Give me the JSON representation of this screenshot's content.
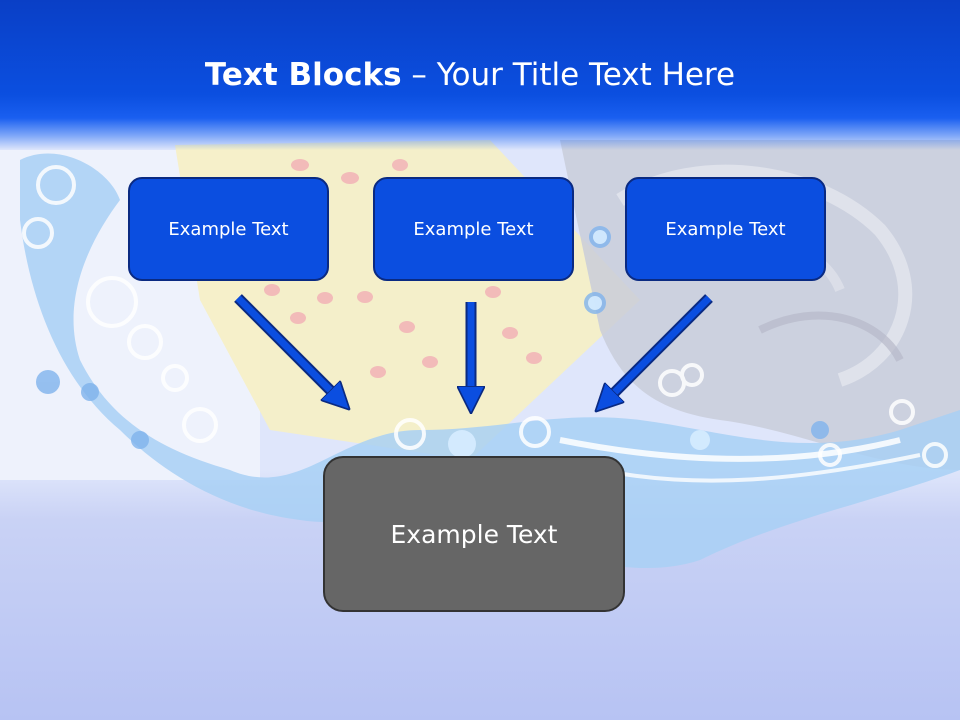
{
  "slide": {
    "title_bold": "Text Blocks",
    "title_dash": " – ",
    "title_rest": "Your Title Text Here"
  },
  "blocks": [
    {
      "label": "Example Text"
    },
    {
      "label": "Example Text"
    },
    {
      "label": "Example Text"
    }
  ],
  "result": {
    "label": "Example Text"
  },
  "colors": {
    "header": "#0b4fe0",
    "box_fill": "#0b4ee0",
    "box_border": "#0a2a82",
    "result_fill": "#666666",
    "arrow": "#0b4ee0"
  }
}
